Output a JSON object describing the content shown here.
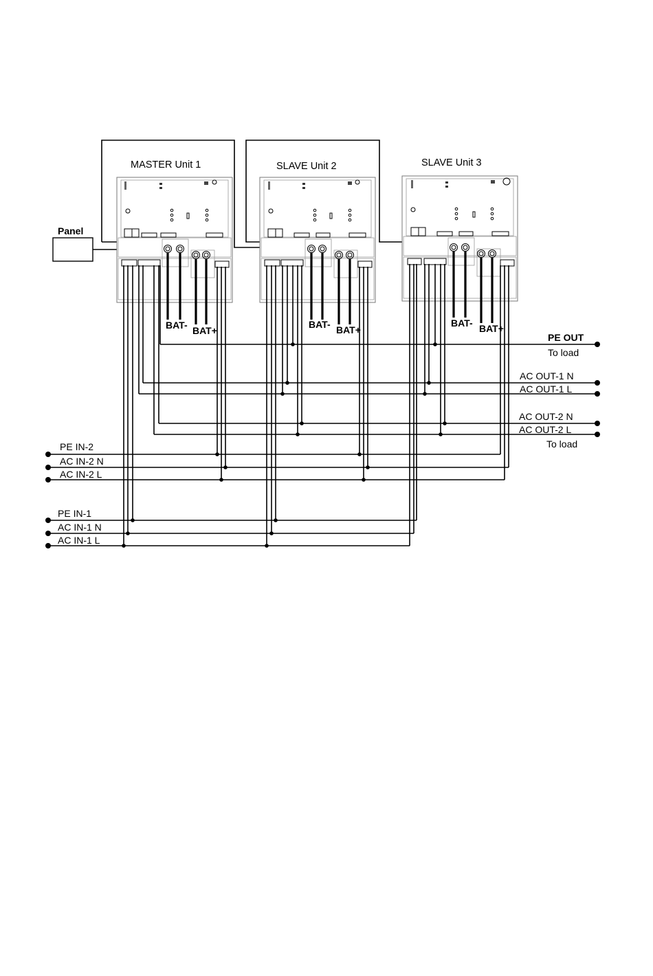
{
  "panel": {
    "label": "Panel"
  },
  "units": [
    {
      "title": "MASTER   Unit 1",
      "battery_minus": "BAT-",
      "battery_plus": "BAT+"
    },
    {
      "title": "SLAVE   Unit 2",
      "battery_minus": "BAT-",
      "battery_plus": "BAT+"
    },
    {
      "title": "SLAVE   Unit 3",
      "battery_minus": "BAT-",
      "battery_plus": "BAT+"
    }
  ],
  "outputs": {
    "pe_out": "PE OUT",
    "to_load_1": "To load",
    "ac_out1_n": "AC OUT-1   N",
    "ac_out1_l": "AC OUT-1   L",
    "ac_out2_n": "AC OUT-2   N",
    "ac_out2_l": "AC OUT-2   L",
    "to_load_2": "To load"
  },
  "inputs": {
    "pe_in2": "PE IN-2",
    "ac_in2_n": "AC IN-2  N",
    "ac_in2_l": "AC IN-2  L",
    "pe_in1": "PE IN-1",
    "ac_in1_n": "AC IN-1   N",
    "ac_in1_l": "AC IN-1   L"
  }
}
